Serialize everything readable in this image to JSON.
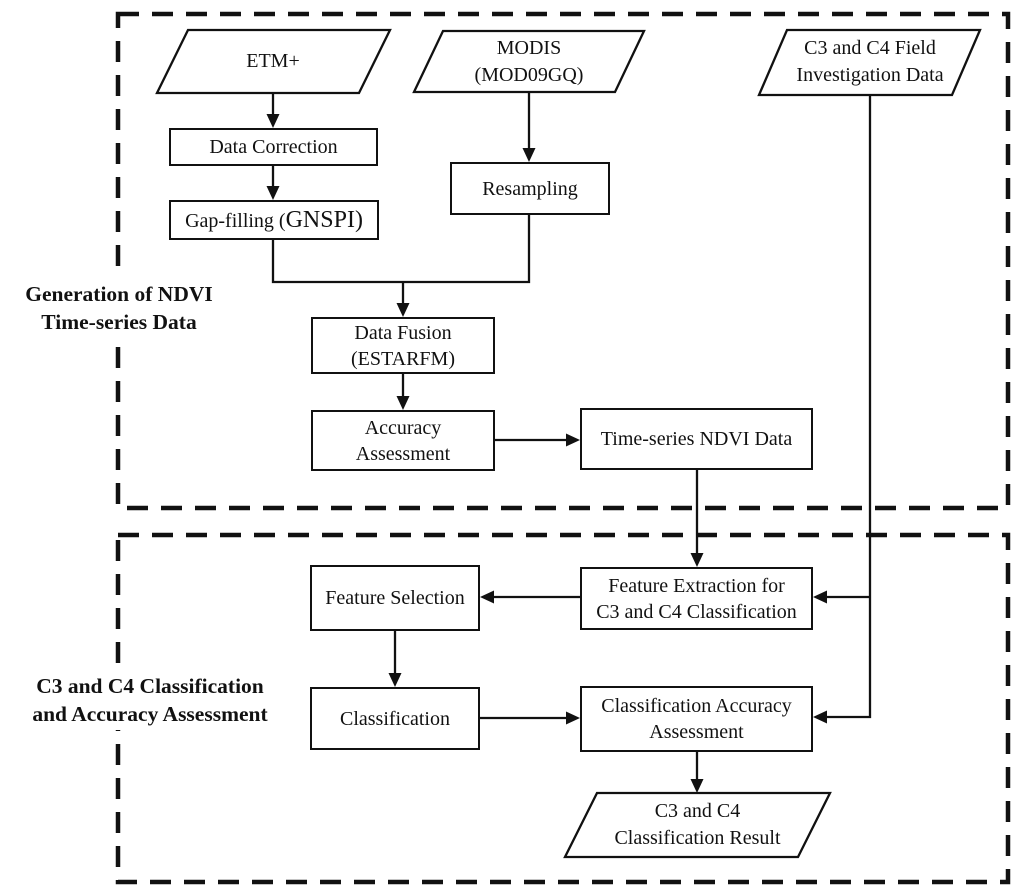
{
  "diagram": {
    "section1_label": {
      "line1": "Generation of NDVI",
      "line2": "Time-series Data"
    },
    "section2_label": {
      "line1": "C3 and C4 Classification",
      "line2": "and Accuracy Assessment"
    },
    "nodes": {
      "etm": {
        "label": "ETM+"
      },
      "modis": {
        "line1": "MODIS",
        "line2": "(MOD09GQ)"
      },
      "field_data": {
        "line1": "C3 and C4 Field",
        "line2": "Investigation Data"
      },
      "data_correction": {
        "label": "Data Correction"
      },
      "gap_filling": {
        "label_prefix": "Gap-filling (",
        "label_acronym": "GNSPI)"
      },
      "resampling": {
        "label": "Resampling"
      },
      "data_fusion": {
        "line1": "Data Fusion",
        "line2": "(ESTARFM)"
      },
      "accuracy_assessment": {
        "line1": "Accuracy",
        "line2": "Assessment"
      },
      "timeseries_ndvi": {
        "label": "Time-series NDVI Data"
      },
      "feature_extraction": {
        "line1": "Feature Extraction for",
        "line2": "C3 and C4 Classification"
      },
      "feature_selection": {
        "label": "Feature Selection"
      },
      "classification": {
        "label": "Classification"
      },
      "classification_accuracy": {
        "line1": "Classification Accuracy",
        "line2": "Assessment"
      },
      "result": {
        "line1": "C3 and C4",
        "line2": "Classification Result"
      }
    },
    "colors": {
      "stroke": "#111111",
      "background": "#ffffff"
    }
  }
}
